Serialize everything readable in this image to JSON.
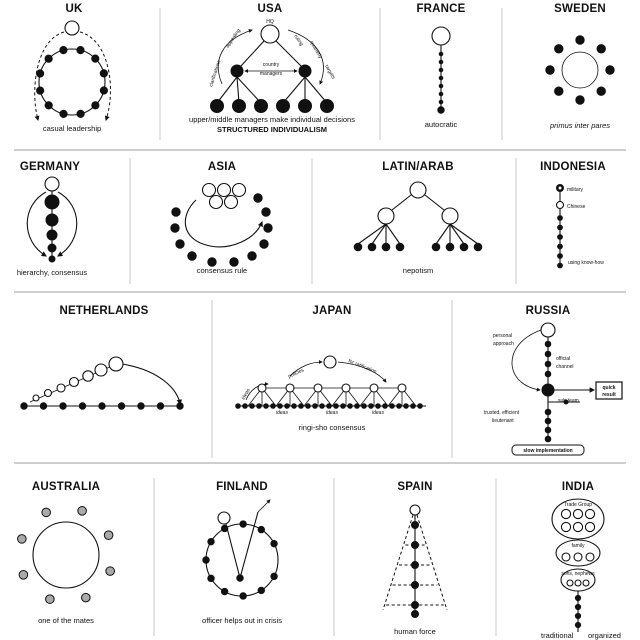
{
  "panels": {
    "uk": {
      "title": "UK",
      "caption": "casual leadership"
    },
    "usa": {
      "title": "USA",
      "hq": "HQ",
      "appealing": "appealing",
      "ruling": "ruling",
      "clarifications": "clarifications",
      "quarterly": "quarterly",
      "targets": "targets",
      "country_managers_1": "country",
      "country_managers_2": "managers",
      "caption1": "upper/middle managers make individual decisions",
      "caption2": "STRUCTURED INDIVIDUALISM"
    },
    "france": {
      "title": "FRANCE",
      "caption": "autocratic"
    },
    "sweden": {
      "title": "SWEDEN",
      "caption": "primus inter pares"
    },
    "germany": {
      "title": "GERMANY",
      "caption": "hierarchy, consensus"
    },
    "asia": {
      "title": "ASIA",
      "caption": "consensus rule"
    },
    "latin_arab": {
      "title": "LATIN/ARAB",
      "caption": "nepotism"
    },
    "indonesia": {
      "title": "INDONESIA",
      "military": "military",
      "chinese": "Chinese",
      "caption": "using know-how"
    },
    "netherlands": {
      "title": "NETHERLANDS"
    },
    "japan": {
      "title": "JAPAN",
      "ideas": "ideas",
      "policies": "policies",
      "ratification": "for ratification",
      "ideas_row": "ideas",
      "caption": "ringi-sho consensus"
    },
    "russia": {
      "title": "RUSSIA",
      "personal1": "personal",
      "personal2": "approach",
      "official1": "official",
      "official2": "channel",
      "quick1": "quick",
      "quick2": "result",
      "subteam": "sub-team",
      "trusted1": "trusted, efficient",
      "trusted2": "lieutenant",
      "slow": "slow implementation"
    },
    "australia": {
      "title": "AUSTRALIA",
      "caption": "one of the mates"
    },
    "finland": {
      "title": "FINLAND",
      "caption": "officer helps out in crisis"
    },
    "spain": {
      "title": "SPAIN",
      "caption": "human force"
    },
    "india": {
      "title": "INDIA",
      "trade_group": "Trade Group",
      "family": "family",
      "sons": "sons, nephews",
      "traditional": "traditional",
      "organized": "organized"
    }
  },
  "colors": {
    "ink": "#111111",
    "grey_node": "#aaaaaa",
    "divider": "#c8c8c8"
  }
}
